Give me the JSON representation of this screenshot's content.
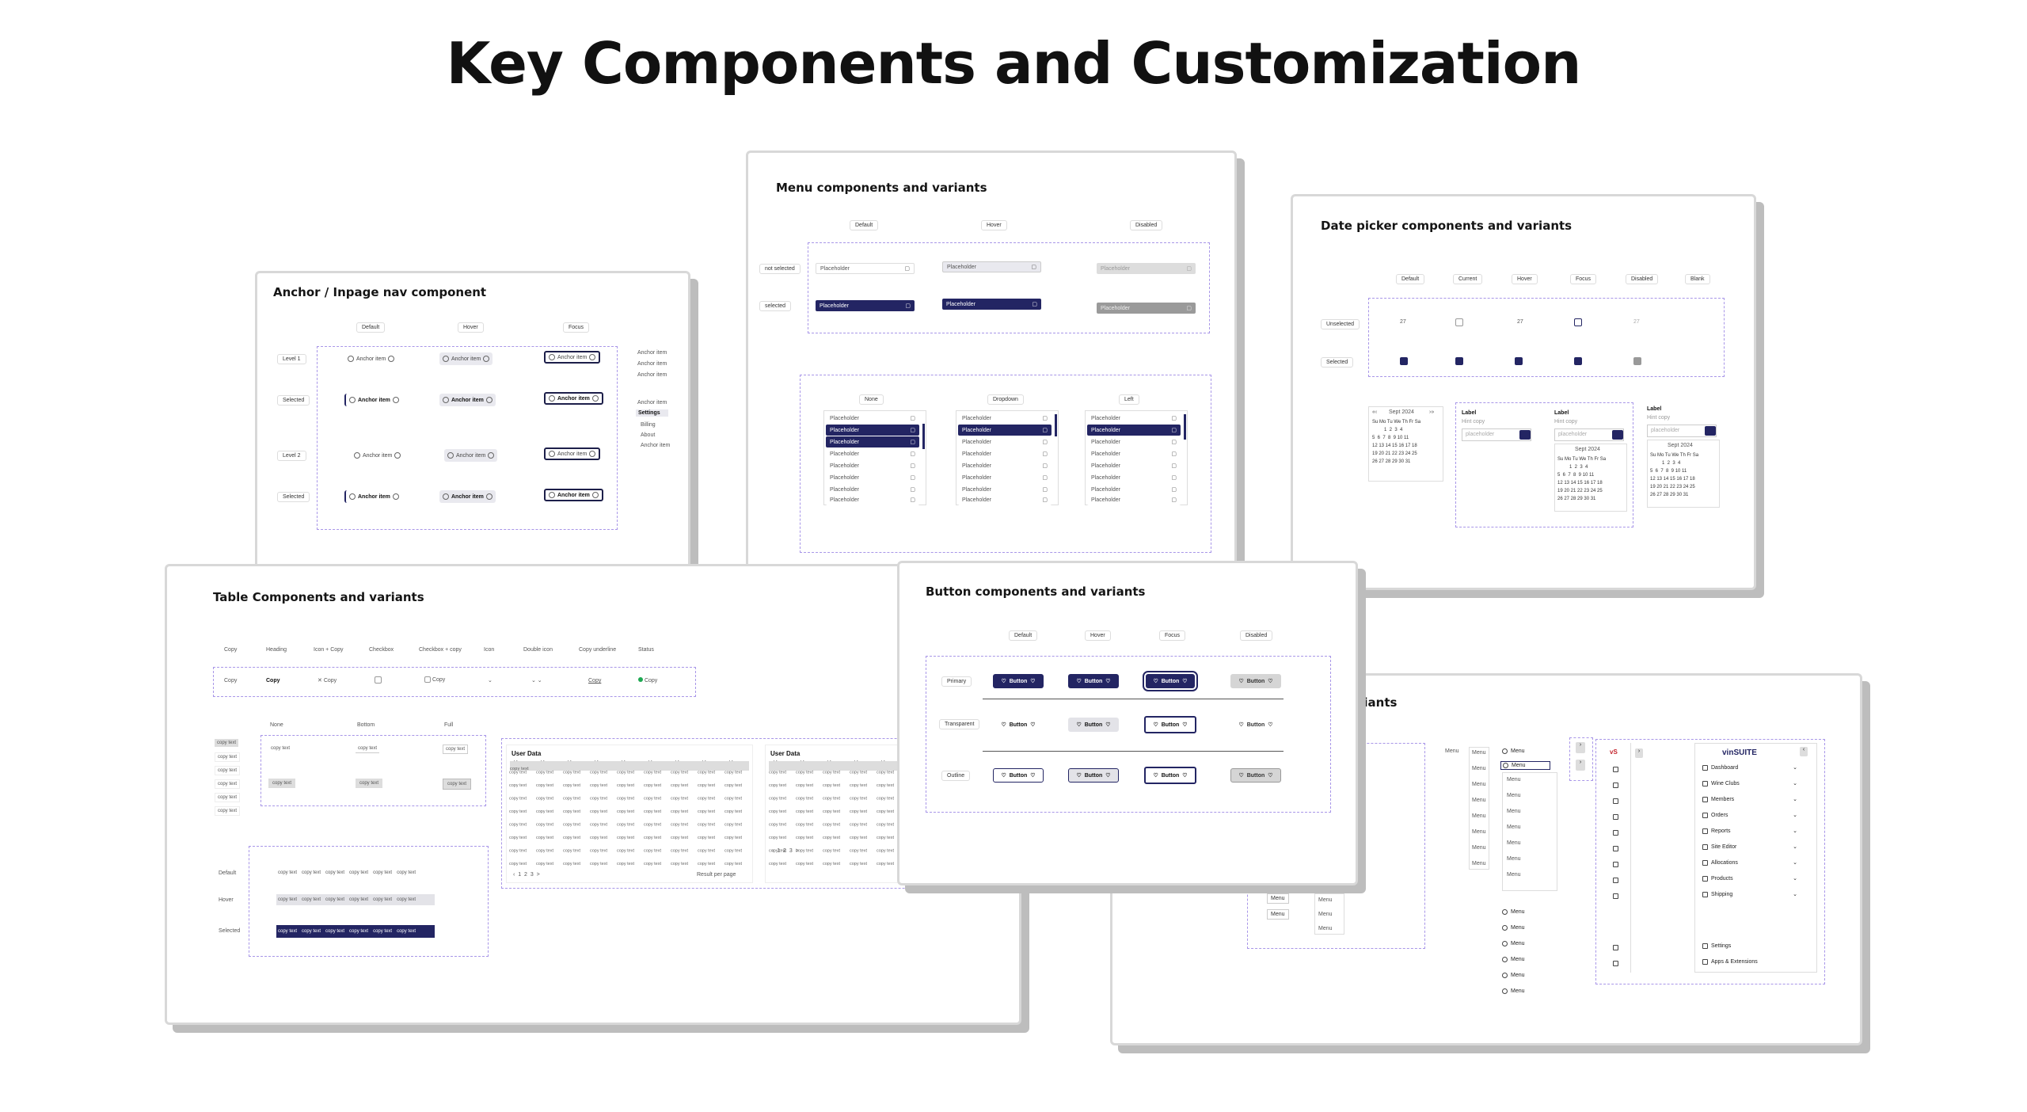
{
  "page": {
    "title": "Key Components and Customization"
  },
  "cards": {
    "anchor": {
      "title": "Anchor / Inpage nav component",
      "states": [
        "Default",
        "Hover",
        "Focus"
      ],
      "rows": [
        "Level 1",
        "Selected",
        "Level 2",
        "Selected"
      ],
      "item_label": "Anchor item",
      "side_list_1": [
        "Anchor item",
        "Anchor item",
        "Anchor item"
      ],
      "side_list_2": [
        "Anchor item",
        "Settings",
        "Billing",
        "About",
        "Anchor item"
      ]
    },
    "menu": {
      "title": "Menu components and variants",
      "states": [
        "Default",
        "Hover",
        "Disabled"
      ],
      "rows": [
        "not selected",
        "selected"
      ],
      "placeholder": "Placeholder",
      "list_types": [
        "None",
        "Dropdown",
        "Left"
      ]
    },
    "datepicker": {
      "title": "Date picker components and variants",
      "states": [
        "Default",
        "Current",
        "Hover",
        "Focus",
        "Disabled",
        "Blank"
      ],
      "rows": [
        "Unselected",
        "Selected"
      ],
      "day": "27",
      "month": "Sept 2024",
      "weekdays": [
        "Su",
        "Mo",
        "Tu",
        "We",
        "Th",
        "Fr",
        "Sa"
      ],
      "label": "Label",
      "hint": "Hint copy",
      "placeholder": "placeholder"
    },
    "table": {
      "title": "Table Components and variants",
      "headers": [
        "Copy",
        "Heading",
        "Icon + Copy",
        "Checkbox",
        "Checkbox + copy",
        "Icon",
        "Double icon",
        "Copy underline",
        "Status"
      ],
      "row": [
        "Copy",
        "Copy",
        "Copy",
        "",
        "Copy",
        "",
        "",
        "Copy",
        "Copy"
      ],
      "size_headers": [
        "None",
        "Bottom",
        "Full"
      ],
      "cell_text": "copy text",
      "row_states": [
        "Default",
        "Hover",
        "Selected"
      ],
      "user_data_title": "User Data",
      "results_label": "Result per page",
      "pages": [
        "1",
        "2",
        "3",
        ">"
      ]
    },
    "button": {
      "title": "Button components and variants",
      "states": [
        "Default",
        "Hover",
        "Focus",
        "Disabled"
      ],
      "rows": [
        "Primary",
        "Transparent",
        "Outline"
      ],
      "label": "Button"
    },
    "sidenav": {
      "title_fragment": "riants",
      "menu_label": "Menu",
      "brand": "vinSUITE",
      "brand_short": "vS",
      "nav_items": [
        "Dashboard",
        "Wine Clubs",
        "Members",
        "Orders",
        "Reports",
        "Site Editor",
        "Allocations",
        "Products",
        "Shipping"
      ],
      "footer_items": [
        "Settings",
        "Apps & Extensions"
      ]
    }
  },
  "colors": {
    "primary": "#232563",
    "dashed": "#a896e8",
    "hover": "#e9e9ef"
  }
}
